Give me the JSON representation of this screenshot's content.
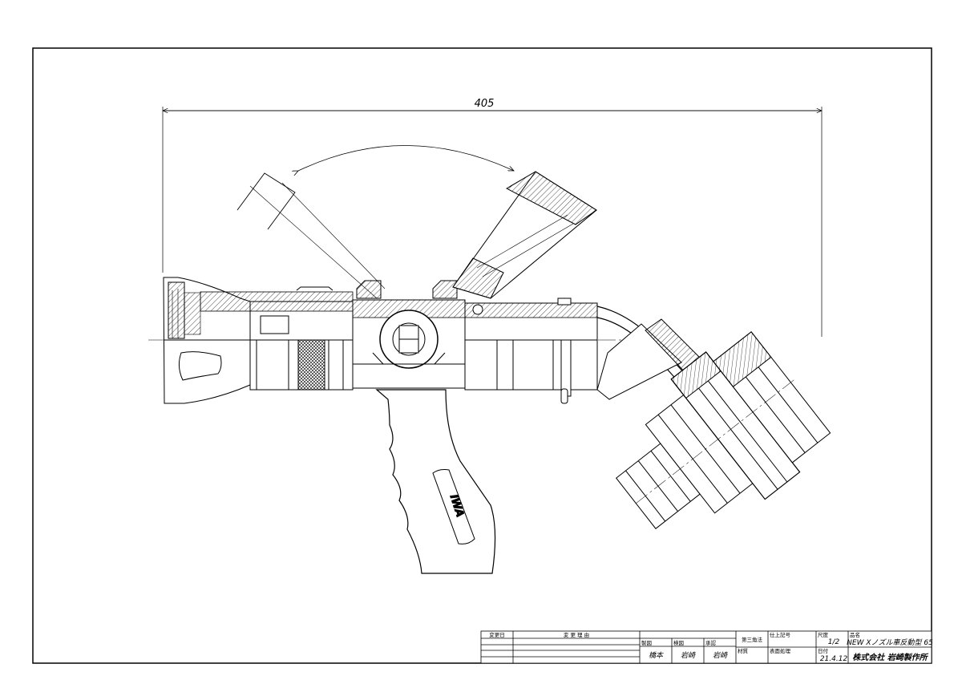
{
  "drawing": {
    "dimension_overall": "405",
    "handle_logo": "IWA"
  },
  "title_block": {
    "revision_date_label": "変更日",
    "revision_reason_label": "変 更 理 由",
    "drawn_label": "製図",
    "drawn_name": "橋本",
    "checked_label": "検図",
    "checked_name": "岩崎",
    "approved_label": "承認",
    "approved_name": "岩崎",
    "projection": "第三角法",
    "finish_label": "仕上記号",
    "material_label": "材質",
    "surface_label": "表面処理",
    "scale_label": "尺度",
    "scale_value": "1/2",
    "date_label": "日付",
    "date_value": "21.4.12",
    "name_label": "品名",
    "product_name": "NEW Xノズル車反動型 65",
    "company": "株式会社 岩崎製作所"
  }
}
